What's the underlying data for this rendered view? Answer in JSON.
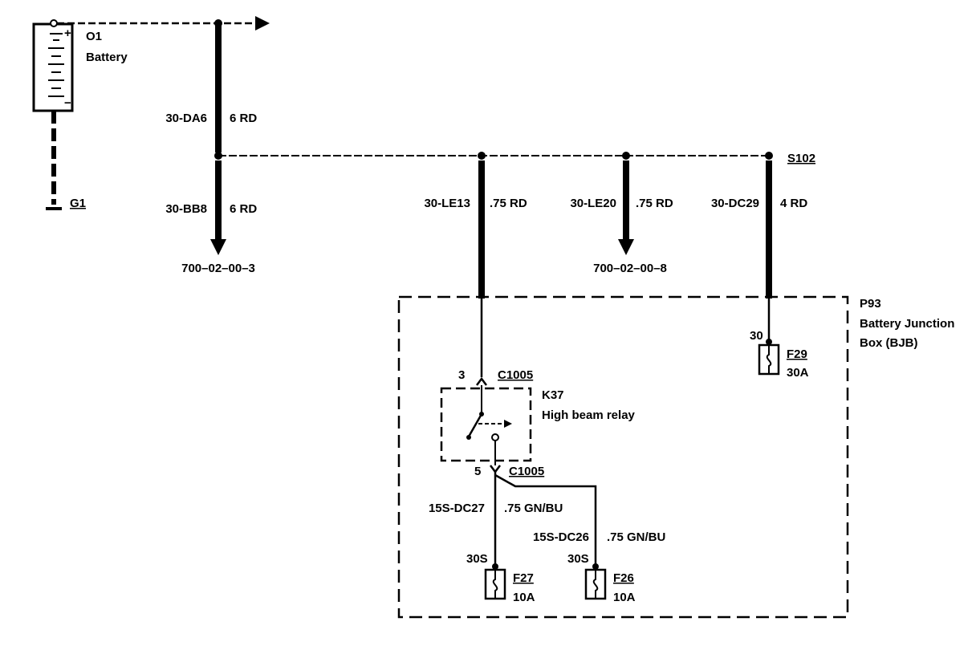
{
  "battery": {
    "id": "O1",
    "name": "Battery",
    "plus": "+",
    "minus": "−"
  },
  "ground": {
    "id": "G1"
  },
  "wires": {
    "da6": {
      "circuit": "30-DA6",
      "gauge": "6 RD"
    },
    "bb8": {
      "circuit": "30-BB8",
      "gauge": "6 RD",
      "ref": "700–02–00–3"
    },
    "le13": {
      "circuit": "30-LE13",
      "gauge": ".75 RD"
    },
    "le20": {
      "circuit": "30-LE20",
      "gauge": ".75 RD",
      "ref": "700–02–00–8"
    },
    "dc29": {
      "circuit": "30-DC29",
      "gauge": "4 RD"
    },
    "dc27": {
      "circuit": "15S-DC27",
      "gauge": ".75 GN/BU"
    },
    "dc26": {
      "circuit": "15S-DC26",
      "gauge": ".75 GN/BU"
    }
  },
  "splice": {
    "id": "S102"
  },
  "bjb": {
    "id": "P93",
    "name_line1": "Battery Junction",
    "name_line2": "Box (BJB)"
  },
  "relay": {
    "id": "K37",
    "name": "High beam relay",
    "pin_in": "3",
    "pin_out": "5",
    "connector_in": "C1005",
    "connector_out": "C1005"
  },
  "fuses": {
    "f29": {
      "id": "F29",
      "rating": "30A",
      "pin": "30"
    },
    "f27": {
      "id": "F27",
      "rating": "10A",
      "pin": "30S"
    },
    "f26": {
      "id": "F26",
      "rating": "10A",
      "pin": "30S"
    }
  },
  "colors": {
    "line": "#000000",
    "background": "#ffffff"
  }
}
